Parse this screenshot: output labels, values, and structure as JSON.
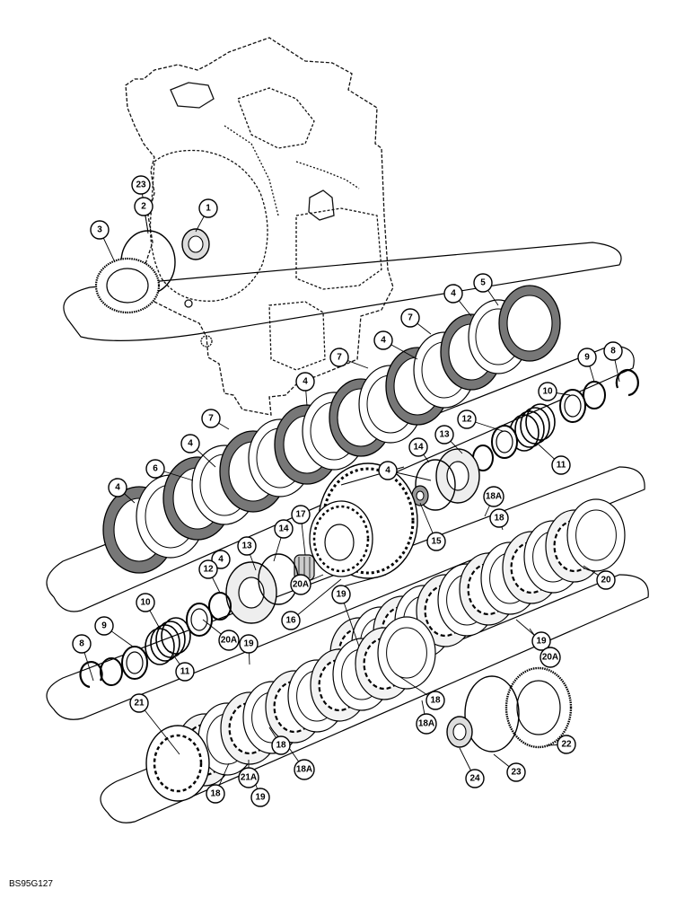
{
  "drawing_code": "BS95G127",
  "callouts": [
    "23",
    "2",
    "1",
    "3",
    "4",
    "5",
    "4",
    "7",
    "4",
    "7",
    "4",
    "7",
    "4",
    "6",
    "4",
    "4",
    "8",
    "9",
    "10",
    "12",
    "13",
    "14",
    "11",
    "18A",
    "18",
    "15",
    "17",
    "14",
    "13",
    "12",
    "20A",
    "16",
    "20",
    "10",
    "9",
    "8",
    "11",
    "20A",
    "19",
    "19",
    "19",
    "20A",
    "18",
    "18A",
    "21",
    "18",
    "18A",
    "21A",
    "19",
    "24",
    "23",
    "22",
    "18"
  ]
}
